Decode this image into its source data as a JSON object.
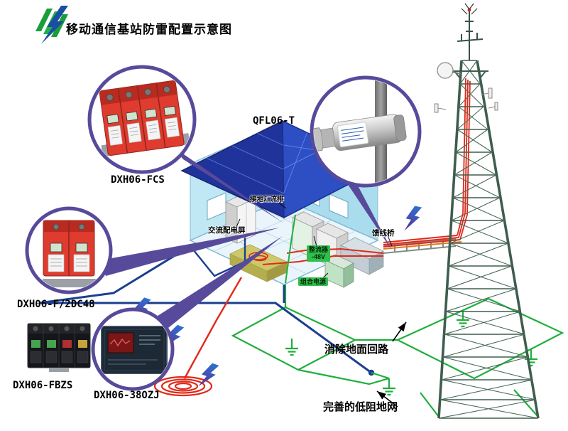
{
  "title": "移动通信基站防雷配置示意图",
  "callouts": {
    "fcs": "DXH06-FCS",
    "qfl": "QFL06-T",
    "f2dc48": "DXH06-F/2DC48",
    "fbzs": "DXH06-FBZS",
    "ozj38": "DXH06-38OZJ"
  },
  "room": {
    "ground_bus": "接地汇流排",
    "ac_panel": "交流配电屏",
    "rectifier_line1": "整流器",
    "rectifier_line2": "-48V",
    "combined_power": "组合电源",
    "feeder_bridge": "馈线桥"
  },
  "annotations": {
    "ground_loop": "消除地面回路",
    "ground_net": "完善的低阻地网"
  },
  "colors": {
    "callout_ring": "#584a9b",
    "device_red": "#df3b2f",
    "roof_dark": "#20339b",
    "roof_light": "#2d4fc3",
    "wall_blue": "#bfe7f4",
    "ground_green": "#1faf3c",
    "cable_red": "#e02a1a",
    "cable_blue": "#1b3f8f",
    "label_green_bg": "#2fbf4a"
  }
}
